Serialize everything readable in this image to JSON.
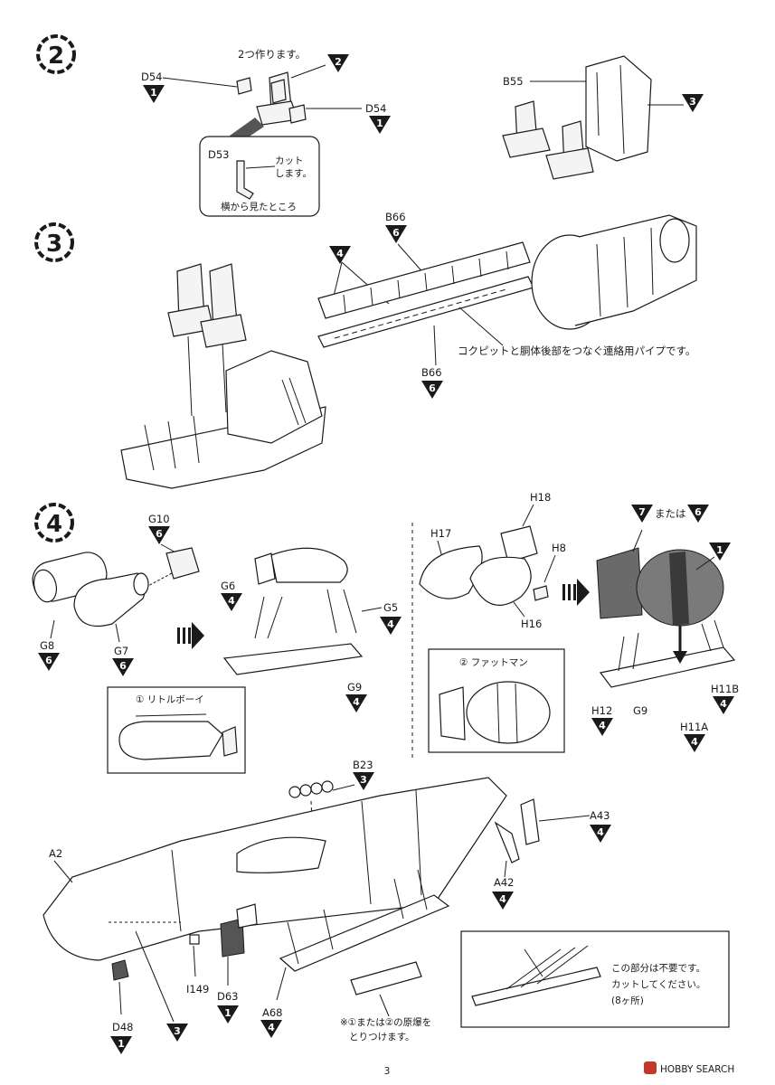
{
  "page_number": "3",
  "watermark": "HOBBY SEARCH",
  "step2": {
    "number": "2",
    "note_make_two": "2つ作ります。",
    "callout_caption": "横から見たところ",
    "callout_cut_1": "カット",
    "callout_cut_2": "します。",
    "parts": {
      "d54_left": "D54",
      "d54_left_color": "1",
      "seat_color": "2",
      "d54_right": "D54",
      "d54_right_color": "1",
      "d53": "D53",
      "b55": "B55",
      "b55_color": "3"
    }
  },
  "step3": {
    "number": "3",
    "b66_top": "B66",
    "b66_top_color": "6",
    "b66_bottom": "B66",
    "b66_bottom_color": "6",
    "pipe_color": "4",
    "note_pipe": "コクピットと胴体後部をつなぐ連絡用パイプです。"
  },
  "step4": {
    "number": "4",
    "little_boy_title": "① リトルボーイ",
    "fat_man_title": "② ファットマン",
    "parts": {
      "g10": "G10",
      "g10_color": "6",
      "g8": "G8",
      "g8_color": "6",
      "g7": "G7",
      "g7_color": "6",
      "g6": "G6",
      "g6_color": "4",
      "g5": "G5",
      "g5_color": "4",
      "g9_left": "G9",
      "g9_left_color": "4",
      "h18": "H18",
      "h17": "H17",
      "h8": "H8",
      "h16": "H16",
      "color7": "7",
      "or_text": "または",
      "color6": "6",
      "color1": "1",
      "h12": "H12",
      "h12_color": "4",
      "g9_right": "G9",
      "h11b": "H11B",
      "h11b_color": "4",
      "h11a": "H11A",
      "h11a_color": "4"
    }
  },
  "step5": {
    "parts": {
      "b23": "B23",
      "b23_color": "3",
      "a43": "A43",
      "a43_color": "4",
      "a42": "A42",
      "a42_color": "4",
      "a2": "A2",
      "a2_color": "3",
      "i149": "I149",
      "d63": "D63",
      "d63_color": "1",
      "d48": "D48",
      "d48_color": "1",
      "a68": "A68",
      "a68_color": "4"
    },
    "bomb_note_1": "※①または②の原爆を",
    "bomb_note_2": "とりつけます。",
    "unneeded_note_1": "この部分は不要です。",
    "unneeded_note_2": "カットしてください。",
    "unneeded_note_3": "(8ヶ所)"
  },
  "colors": {
    "ink": "#1a1a1a",
    "paper": "#ffffff",
    "fill": "#f4f4f4"
  }
}
